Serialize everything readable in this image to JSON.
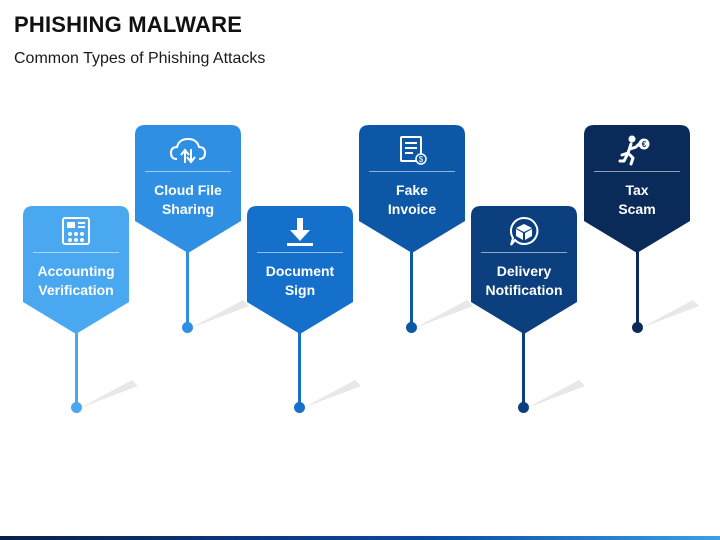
{
  "title": "PHISHING MALWARE",
  "subtitle": "Common Types of Phishing Attacks",
  "items": [
    {
      "line1": "Accounting",
      "line2": "Verification",
      "color": "#4aa8f0",
      "icon": "accounting-icon"
    },
    {
      "line1": "Cloud File",
      "line2": "Sharing",
      "color": "#2e8fe3",
      "icon": "cloud-upload-icon"
    },
    {
      "line1": "Document",
      "line2": "Sign",
      "color": "#1570cc",
      "icon": "download-icon"
    },
    {
      "line1": "Fake",
      "line2": "Invoice",
      "color": "#0d58a6",
      "icon": "invoice-icon"
    },
    {
      "line1": "Delivery",
      "line2": "Notification",
      "color": "#0b3f7d",
      "icon": "package-icon"
    },
    {
      "line1": "Tax",
      "line2": "Scam",
      "color": "#0a2a5a",
      "icon": "running-thief-icon"
    }
  ]
}
